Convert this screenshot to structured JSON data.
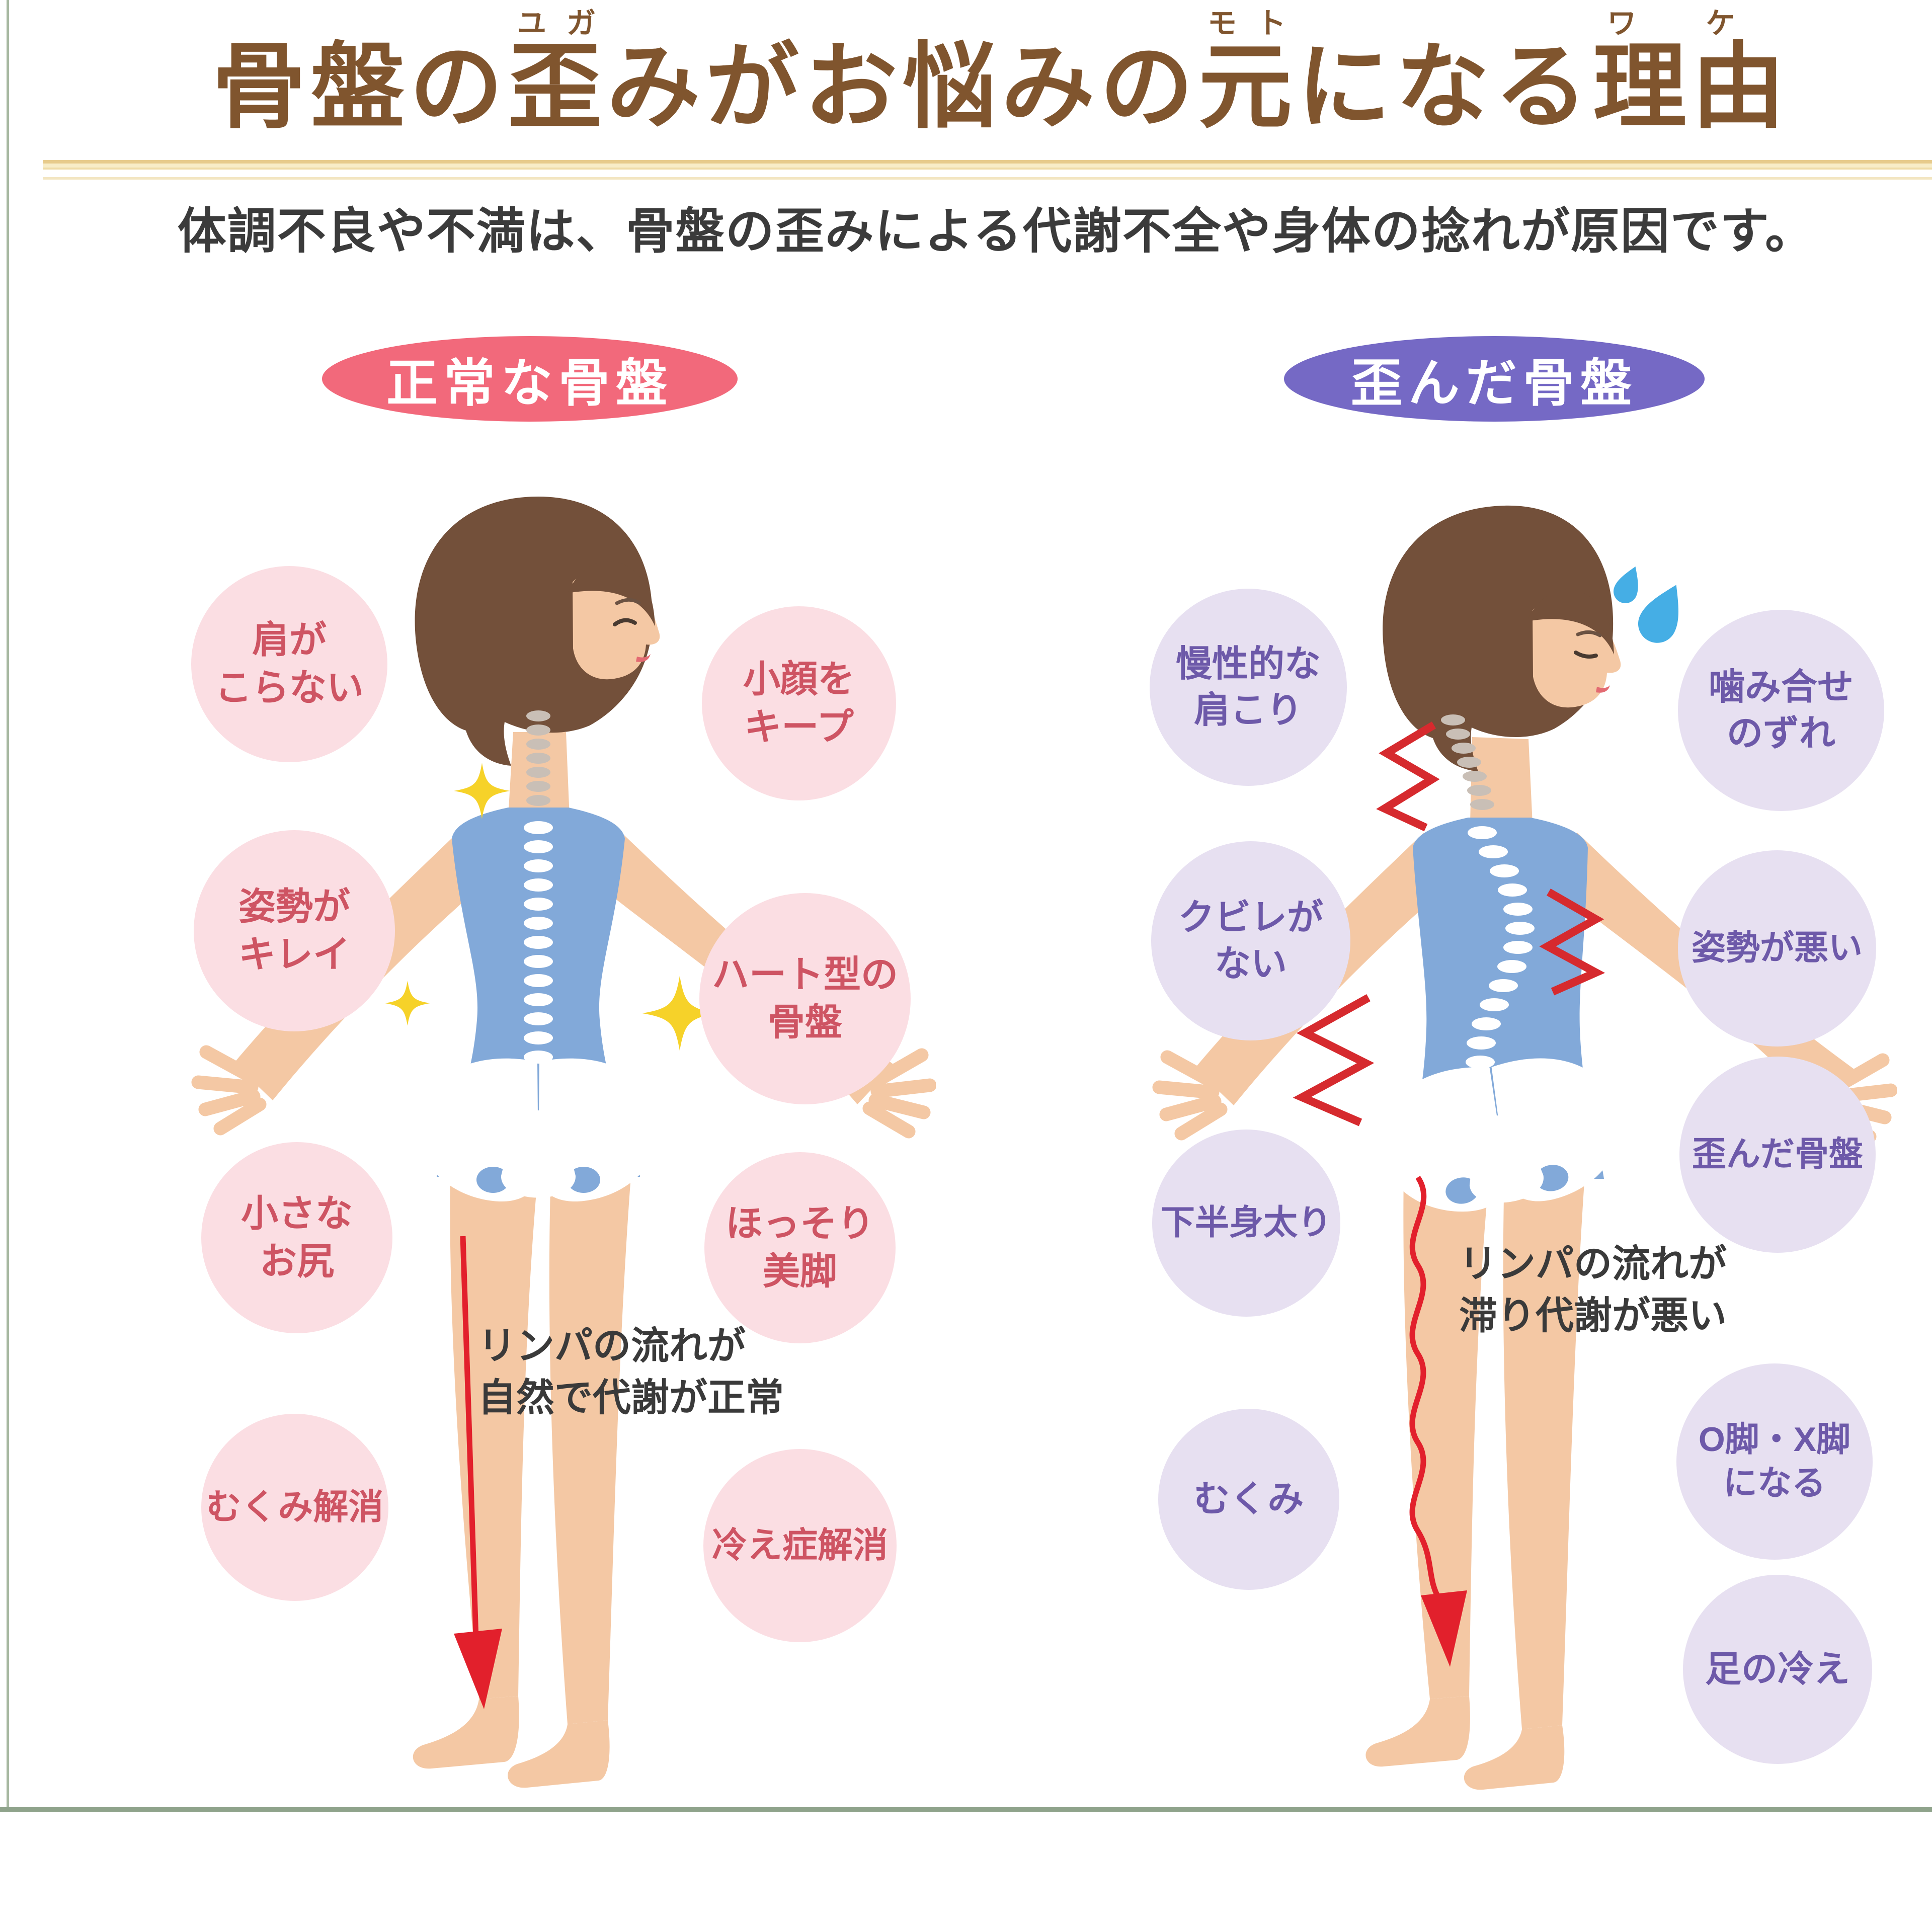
{
  "title": {
    "part1": "骨盤の",
    "ruby1": {
      "base": "歪",
      "rt": "ユガ"
    },
    "part2": "みがお悩みの",
    "ruby2": {
      "base": "元",
      "rt": "モト"
    },
    "part3": "になる",
    "ruby3": {
      "base": "理由",
      "rt": "ワケ"
    }
  },
  "subtitle": "体調不良や不満は、骨盤の歪みによる代謝不全や身体の捻れが原因です。",
  "normal": {
    "badge": "正常な骨盤",
    "bubbles": {
      "shoulders": "肩が\nこらない",
      "face": "小顔を\nキープ",
      "posture": "姿勢が\nキレイ",
      "pelvis": "ハート型の\n骨盤",
      "hips": "小さな\nお尻",
      "legs": "ほっそり\n美脚",
      "swelling": "むくみ解消",
      "cold": "冷え症解消"
    },
    "annotation": "リンパの流れが\n自然で代謝が正常"
  },
  "distorted": {
    "badge": "歪んだ骨盤",
    "bubbles": {
      "shoulders": "慢性的な\n肩こり",
      "bite": "噛み合せ\nのずれ",
      "waist": "クビレが\nない",
      "posture": "姿勢が悪い",
      "lower_body": "下半身太り",
      "pelvis": "歪んだ骨盤",
      "swelling": "むくみ",
      "legs": "O脚・X脚\nになる",
      "cold_feet": "足の冷え"
    },
    "annotation": "リンパの流れが\n滞り代謝が悪い"
  },
  "icons": {
    "sparkle": "four-point-star",
    "sweat_drop": "teardrop",
    "pain_mark": "red-zigzag",
    "arrow_normal": "straight-down-arrow",
    "arrow_distorted": "wavy-down-arrow"
  },
  "colors": {
    "title_brown": "#80552E",
    "subtitle_gray": "#3B3B3B",
    "gold_rule": "#E7CB8C",
    "normal_accent": "#F2697B",
    "distorted_accent": "#7569C5",
    "bubble_pink_bg": "#FBDEE3",
    "bubble_pink_text": "#CE5463",
    "bubble_lavender_bg": "#E7E0F1",
    "bubble_lavender_text": "#6D59A9",
    "arrow_red": "#E2202C",
    "pain_red": "#D62A2E",
    "sweat_blue": "#45AEE5",
    "frame_green": "#9DB096",
    "skin": "#F4C8A4",
    "hair": "#73503A",
    "dress_blue": "#82A9D9"
  }
}
